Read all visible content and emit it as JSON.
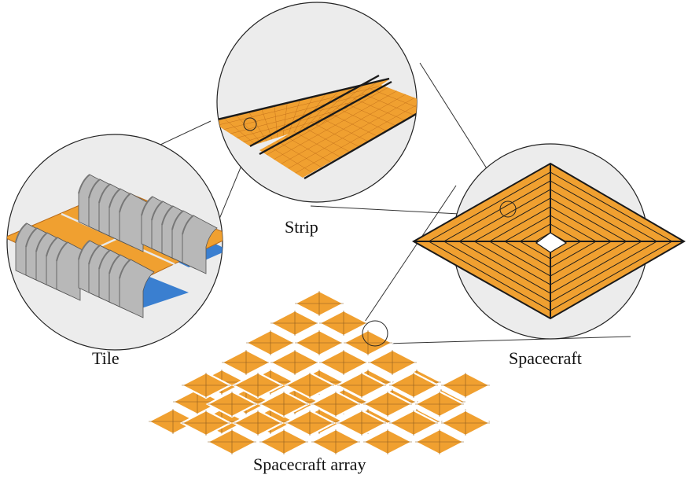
{
  "labels": {
    "strip": "Strip",
    "tile": "Tile",
    "spacecraft": "Spacecraft",
    "array": "Spacecraft array"
  },
  "colors": {
    "orange": "#f0a030",
    "circle_fill": "#ececec",
    "outline": "#1a1a1a",
    "tile_blue": "#3a7fd0",
    "tile_grey": "#b8b8b8"
  }
}
